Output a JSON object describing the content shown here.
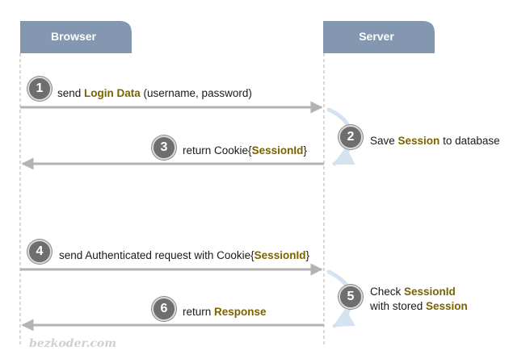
{
  "actors": {
    "browser": "Browser",
    "server": "Server"
  },
  "steps": [
    {
      "number": "1",
      "parts": [
        "send ",
        "Login Data",
        " (username, password)"
      ]
    },
    {
      "number": "2",
      "parts": [
        "Save ",
        "Session",
        " to database"
      ]
    },
    {
      "number": "3",
      "parts": [
        "return Cookie{",
        "SessionId",
        "}"
      ]
    },
    {
      "number": "4",
      "parts": [
        "send Authenticated request with Cookie{",
        "SessionId",
        "}"
      ]
    },
    {
      "number": "5",
      "line1": [
        "Check ",
        "SessionId"
      ],
      "line2": [
        "with stored ",
        "Session"
      ]
    },
    {
      "number": "6",
      "parts": [
        "return ",
        "Response"
      ]
    }
  ],
  "watermark": "bezkoder.com",
  "colors": {
    "header": "#8497b0",
    "arrow": "#b3b3b3",
    "highlight": "#7a6200",
    "badge": "#6e6e6e"
  }
}
